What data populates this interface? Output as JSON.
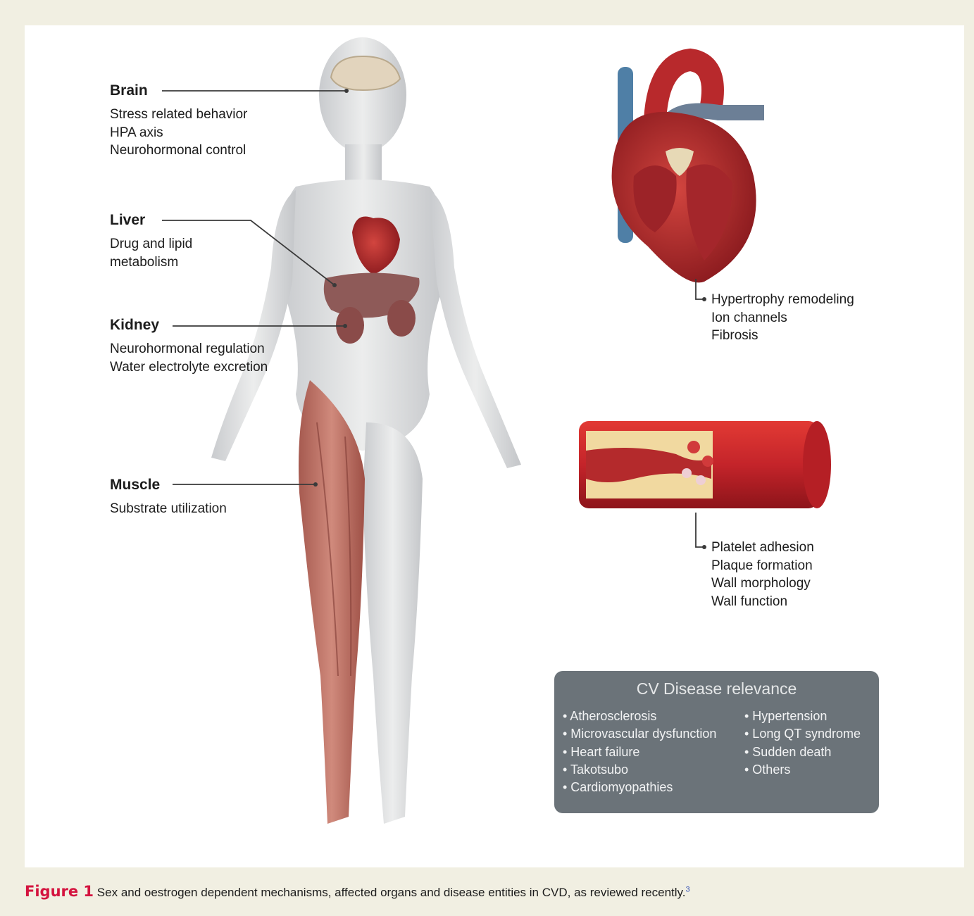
{
  "organs": {
    "brain": {
      "title": "Brain",
      "items": [
        "Stress related behavior",
        "HPA axis",
        "Neurohormonal control"
      ]
    },
    "liver": {
      "title": "Liver",
      "items": [
        "Drug and lipid",
        "metabolism"
      ]
    },
    "kidney": {
      "title": "Kidney",
      "items": [
        "Neurohormonal regulation",
        "Water electrolyte excretion"
      ]
    },
    "muscle": {
      "title": "Muscle",
      "items": [
        "Substrate utilization"
      ]
    }
  },
  "heart": {
    "items": [
      "Hypertrophy remodeling",
      "Ion channels",
      "Fibrosis"
    ]
  },
  "vessel": {
    "items": [
      "Platelet adhesion",
      "Plaque formation",
      "Wall morphology",
      "Wall function"
    ]
  },
  "cv_box": {
    "title": "CV Disease relevance",
    "left": [
      "• Atherosclerosis",
      "• Microvascular dysfunction",
      "• Heart failure",
      "• Takotsubo",
      "• Cardiomyopathies"
    ],
    "right": [
      "• Hypertension",
      "• Long QT syndrome",
      "• Sudden death",
      "• Others"
    ]
  },
  "caption": {
    "label": "Figure 1",
    "text": "Sex and oestrogen dependent mechanisms, affected organs and disease entities in CVD, as reviewed recently.",
    "ref": "3"
  },
  "colors": {
    "background": "#f1efe2",
    "figure_label": "#d4143f",
    "box": "#6b7379",
    "heart_red": "#b8292c",
    "vessel_red": "#c4242a"
  }
}
